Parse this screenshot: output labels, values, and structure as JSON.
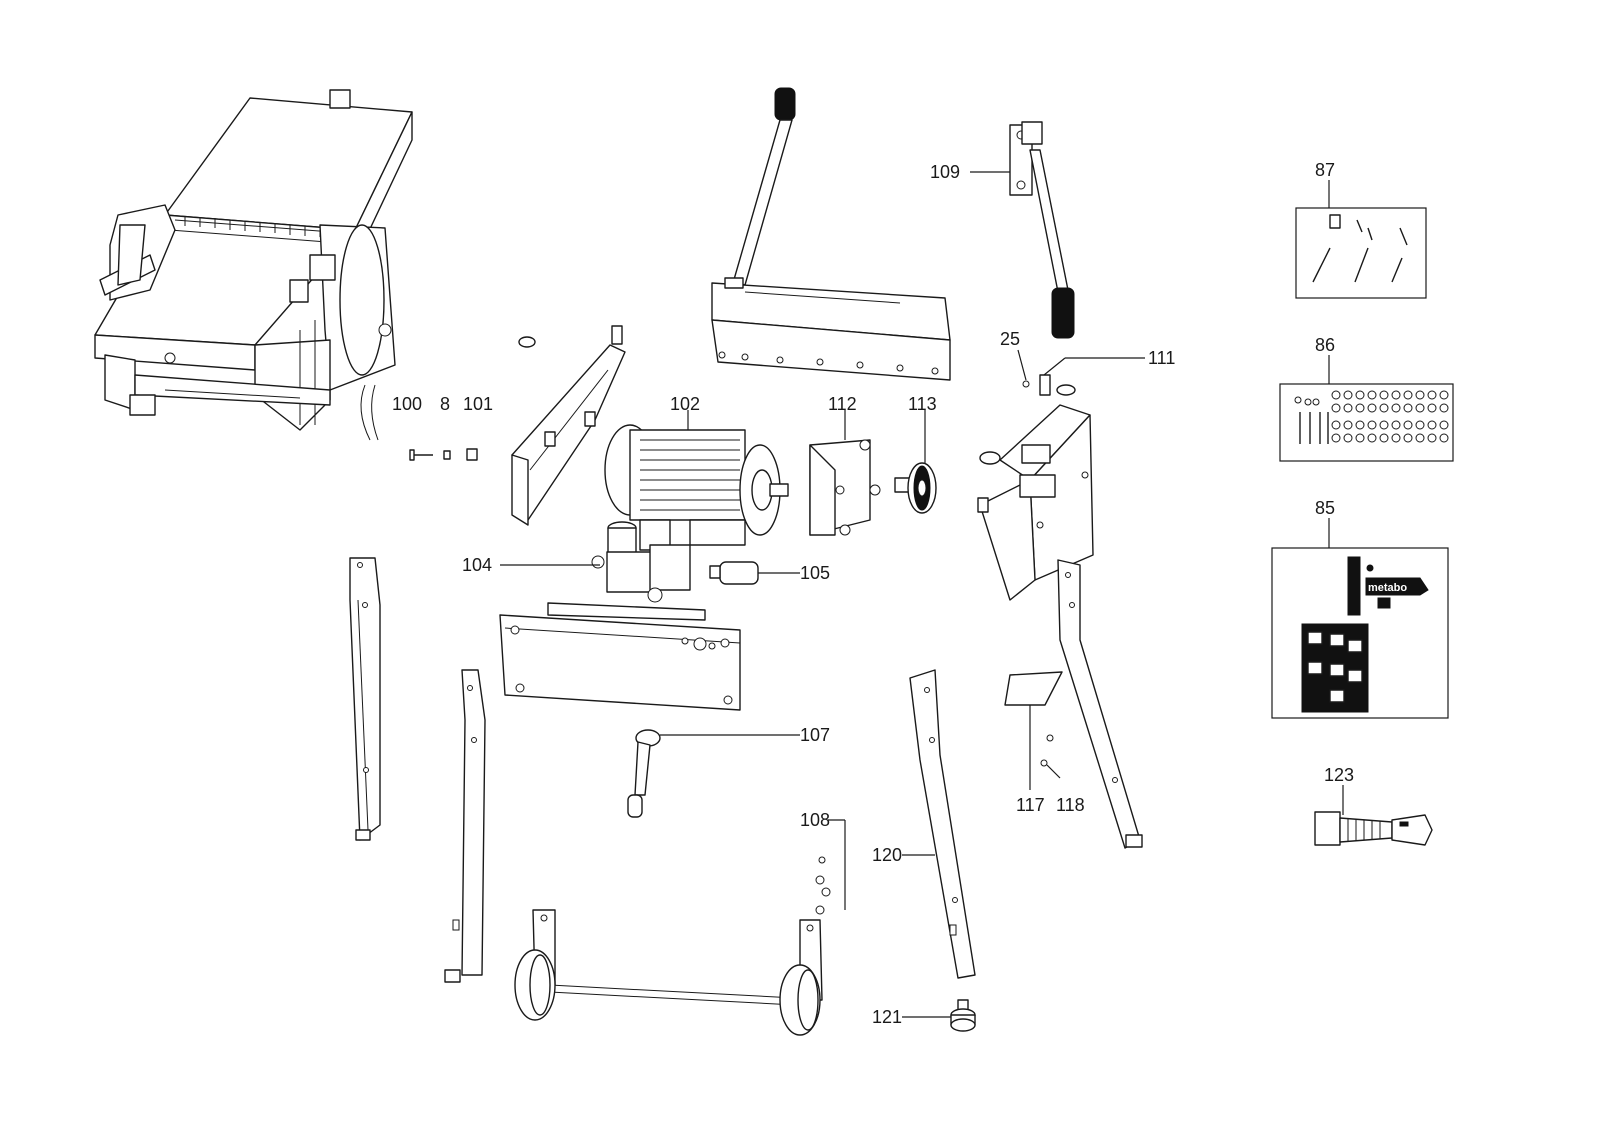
{
  "diagram": {
    "brand_text": "metabo",
    "parts": [
      {
        "id": "p8",
        "label": "8"
      },
      {
        "id": "p25",
        "label": "25"
      },
      {
        "id": "p85",
        "label": "85"
      },
      {
        "id": "p86",
        "label": "86"
      },
      {
        "id": "p87",
        "label": "87"
      },
      {
        "id": "p100",
        "label": "100"
      },
      {
        "id": "p101",
        "label": "101"
      },
      {
        "id": "p102",
        "label": "102"
      },
      {
        "id": "p104",
        "label": "104"
      },
      {
        "id": "p105",
        "label": "105"
      },
      {
        "id": "p107",
        "label": "107"
      },
      {
        "id": "p108",
        "label": "108"
      },
      {
        "id": "p109",
        "label": "109"
      },
      {
        "id": "p111",
        "label": "111"
      },
      {
        "id": "p112",
        "label": "112"
      },
      {
        "id": "p113",
        "label": "113"
      },
      {
        "id": "p117",
        "label": "117"
      },
      {
        "id": "p118",
        "label": "118"
      },
      {
        "id": "p120",
        "label": "120"
      },
      {
        "id": "p121",
        "label": "121"
      },
      {
        "id": "p123",
        "label": "123"
      }
    ]
  }
}
